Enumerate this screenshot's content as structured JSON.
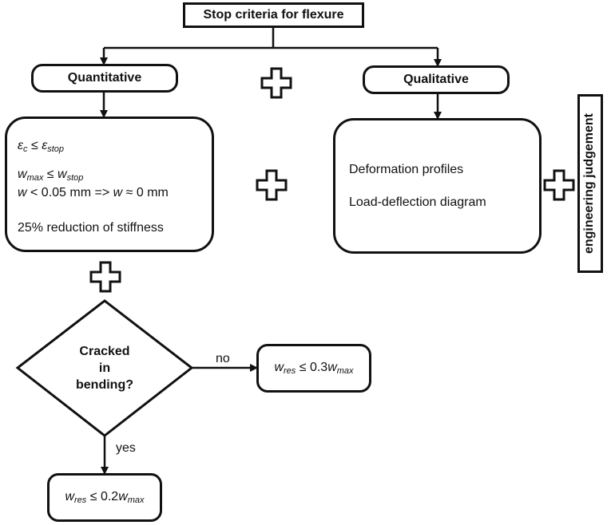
{
  "title": "Stop criteria for flexure",
  "quantitative": {
    "label": "Quantitative",
    "crit1": {
      "a": "ε",
      "a_sub": "c",
      "op": " ≤ ",
      "b": "ε",
      "b_sub": "stop"
    },
    "crit2": {
      "a": "w",
      "a_sub": "max",
      "op": " ≤ ",
      "b": "w",
      "b_sub": "stop"
    },
    "crit3": {
      "v1": "w",
      "mid": " < 0.05 mm => ",
      "v2": "w",
      "end": " ≈ 0 mm"
    },
    "crit4": "25% reduction of stiffness"
  },
  "qualitative": {
    "label": "Qualitative",
    "item1": "Deformation profiles",
    "item2": "Load-deflection diagram"
  },
  "side_label": "engineering judgement",
  "decision": {
    "line1": "Cracked",
    "line2": "in",
    "line3": "bending?"
  },
  "branch_no": "no",
  "branch_yes": "yes",
  "result_no": {
    "a": "w",
    "a_sub": "res",
    "op": " ≤ 0.3",
    "b": "w",
    "b_sub": "max"
  },
  "result_yes": {
    "a": "w",
    "a_sub": "res",
    "op": " ≤ 0.2",
    "b": "w",
    "b_sub": "max"
  }
}
